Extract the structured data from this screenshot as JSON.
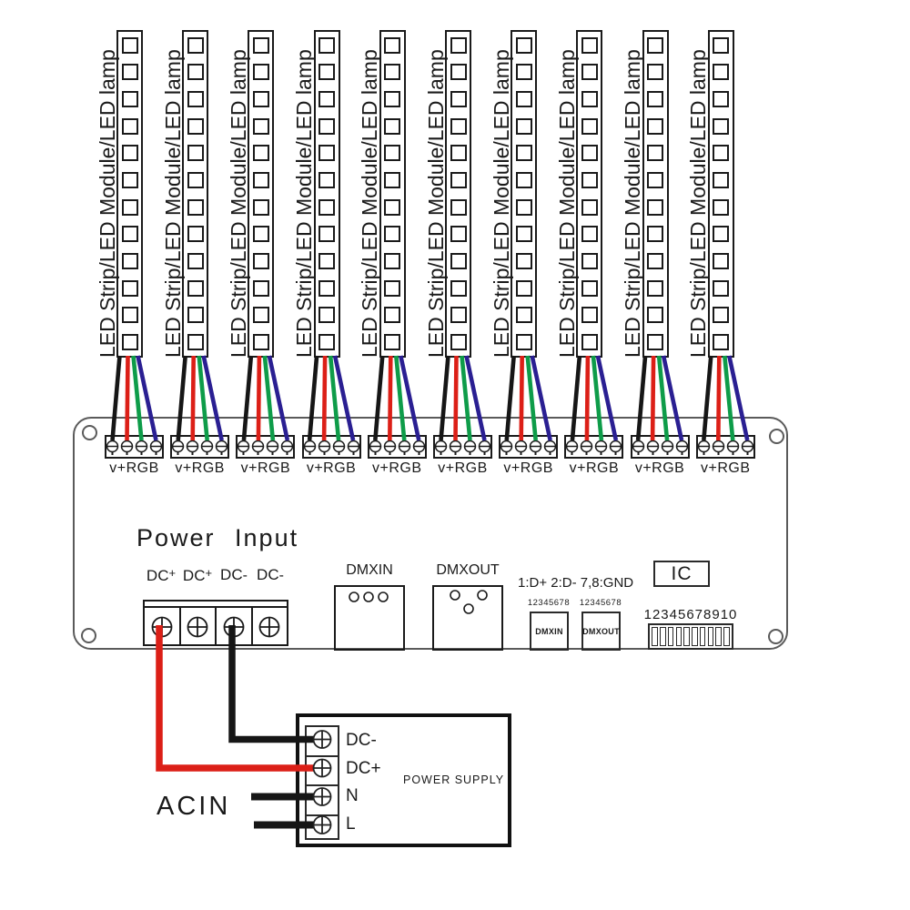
{
  "led_section": {
    "strip_count": 10,
    "cells_per_strip": 12,
    "strip_label": "LED Strip/LED Module/LED lamp",
    "connector_label": "v+RGB",
    "wire_colors": [
      "#161616",
      "#dc1f17",
      "#0e9c49",
      "#2a1f92"
    ]
  },
  "board": {
    "power_input_label": "Power Input",
    "power_terminal_labels": [
      "DC+",
      "DC+",
      "DC-",
      "DC-"
    ],
    "dmx_in": {
      "label": "DMXIN"
    },
    "dmx_out": {
      "label": "DMXOUT"
    },
    "pin_note": "1:D+ 2:D- 7,8:GND",
    "dip_dmxin": {
      "scale": "12345678",
      "label": "DMXIN"
    },
    "dip_dmxout": {
      "scale": "12345678",
      "label": "DMXOUT"
    },
    "ic_label": "IC",
    "address_dip": {
      "scale": "12345678910",
      "switch_count": 10
    }
  },
  "power_supply": {
    "name": "POWER SUPPLY",
    "terminal_labels": [
      "DC-",
      "DC+",
      "N",
      "L"
    ],
    "ac_input_label": "ACIN",
    "wire_dc_plus_color": "#dc1f17",
    "wire_dc_minus_color": "#161616",
    "wire_ac_color": "#161616"
  }
}
